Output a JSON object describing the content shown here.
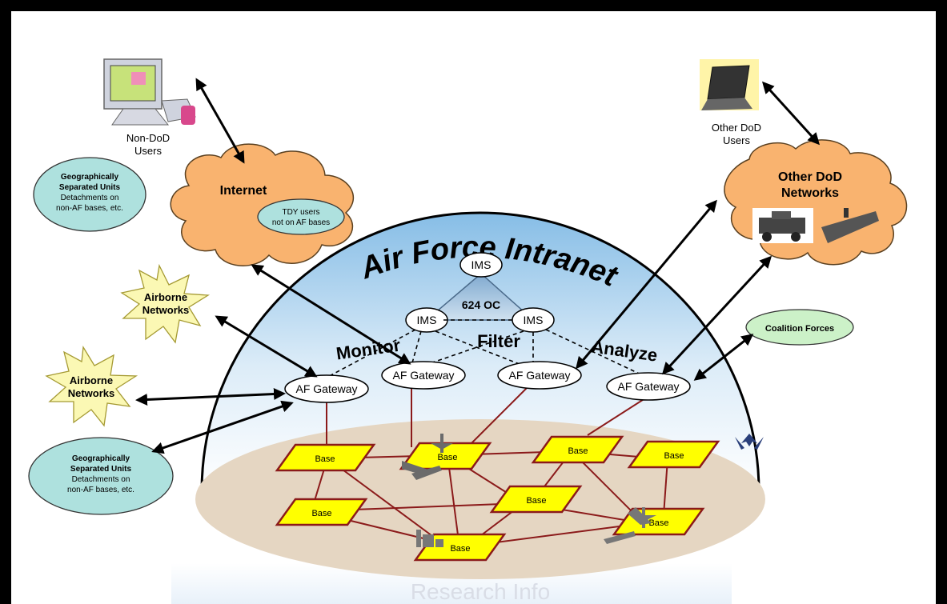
{
  "title": "Air Force Intranet",
  "watermark": "Research Info",
  "labels": {
    "non_dod_users": [
      "Non-DoD",
      "Users"
    ],
    "other_dod_users": [
      "Other DoD",
      "Users"
    ],
    "internet": "Internet",
    "other_dod_networks": [
      "Other DoD",
      "Networks"
    ],
    "gsu_top": [
      "Geographically",
      "Separated Units",
      "Detachments on",
      "non-AF bases, etc."
    ],
    "gsu_bottom": [
      "Geographically",
      "Separated Units",
      "Detachments on",
      "non-AF bases, etc."
    ],
    "tdy_users": [
      "TDY users",
      "not on AF bases"
    ],
    "airborne_1": [
      "Airborne",
      "Networks"
    ],
    "airborne_2": [
      "Airborne",
      "Networks"
    ],
    "coalition": "Coalition Forces",
    "ims_top": "IMS",
    "ims_left": "IMS",
    "ims_right": "IMS",
    "oc": "624 OC",
    "monitor": "Monitor",
    "filter": "Filter",
    "analyze": "Analyze",
    "gateway_1": "AF Gateway",
    "gateway_2": "AF Gateway",
    "gateway_3": "AF Gateway",
    "gateway_4": "AF Gateway",
    "base_label": "Base"
  },
  "colors": {
    "cloud": "#f9b36f",
    "cloud_stroke": "#5a4020",
    "teal": "#aee1de",
    "green": "#ccf1c8",
    "star": "#fbf8b4",
    "base_fill": "#ffff00",
    "base_stroke": "#8b1a1a",
    "link": "#8b1a1a",
    "ground": "#e5d6c2",
    "dome_top": "#8dc0e6",
    "dome_bottom": "#ffffff"
  }
}
